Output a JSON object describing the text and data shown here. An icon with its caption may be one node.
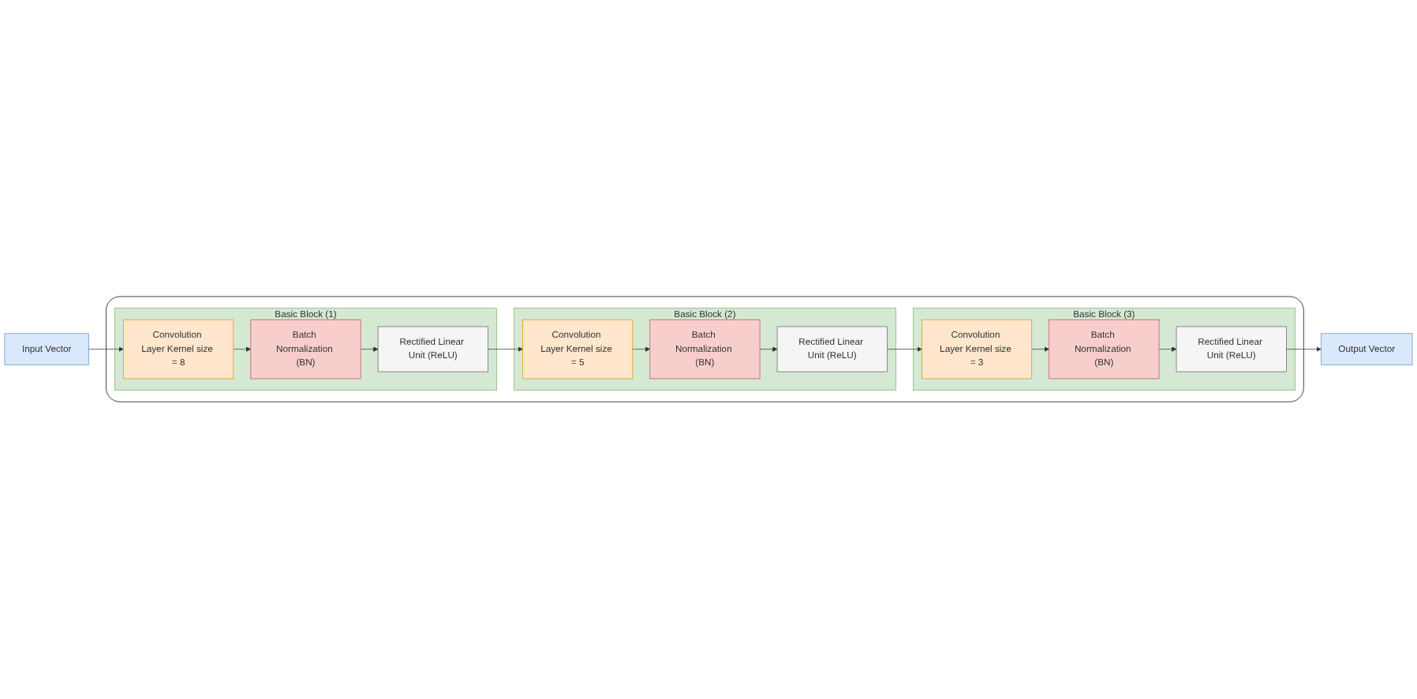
{
  "diagram": {
    "nodes": [
      {
        "text": [
          "Input Vector"
        ]
      },
      {
        "text": [],
        "shape": "box"
      },
      {
        "text": [
          "Basic Block (1)"
        ],
        "in": 1
      },
      {
        "text": [
          "Convolution Layer Kernel size = 8"
        ],
        "in": 2
      },
      {
        "text": [
          "Batch Normalization (BN)"
        ],
        "in": 2
      },
      {
        "text": [
          "Rectified Linear Unit (ReLU)"
        ],
        "in": 2
      },
      {
        "text": [
          "Basic Block (2)"
        ],
        "in": 1
      },
      {
        "text": [
          "Convolution Layer Kernel size = 5"
        ],
        "in": 6
      },
      {
        "text": [
          "Batch Normalization (BN)"
        ],
        "in": 6
      },
      {
        "text": [
          "Rectified Linear Unit (ReLU)"
        ],
        "in": 6
      },
      {
        "text": [
          "Basic Block (3)"
        ],
        "in": 1
      },
      {
        "text": [
          "Convolution Layer Kernel size = 3"
        ],
        "in": 10
      },
      {
        "text": [
          "Batch Normalization (BN)"
        ],
        "in": 10
      },
      {
        "text": [
          "Rectified Linear Unit (ReLU)"
        ],
        "in": 10
      },
      {
        "text": [
          "Output Vector"
        ]
      }
    ],
    "edges": [
      {
        "from": 0,
        "to": 3,
        "arrow": "to"
      },
      {
        "from": 3,
        "to": 4,
        "arrow": "to"
      },
      {
        "from": 4,
        "to": 5,
        "arrow": "to"
      },
      {
        "from": 5,
        "to": 7,
        "arrow": "to"
      },
      {
        "from": 7,
        "to": 8,
        "arrow": "to"
      },
      {
        "from": 8,
        "to": 9,
        "arrow": "to"
      },
      {
        "from": 9,
        "to": 11,
        "arrow": "to"
      },
      {
        "from": 11,
        "to": 12,
        "arrow": "to"
      },
      {
        "from": 12,
        "to": 13,
        "arrow": "to"
      },
      {
        "from": 13,
        "to": 14,
        "arrow": "to"
      }
    ]
  }
}
